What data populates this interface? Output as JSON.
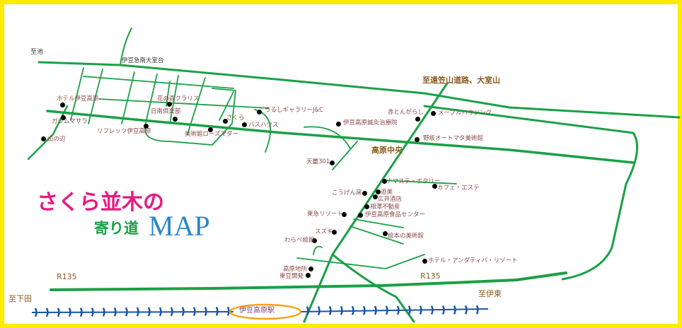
{
  "title": {
    "line1": "さくら並木の",
    "line2": "寄り道",
    "line3": "MAP"
  },
  "colors": {
    "border": "#ffec00",
    "road": "#1aa046",
    "rail": "#1a55a8",
    "station_ring": "#f5a21a",
    "title_pink": "#e8197f",
    "title_green": "#1aa046",
    "title_blue": "#2a86c8"
  },
  "directions": {
    "ike": "至池",
    "togasayama": "至遠笠山道路、大室山",
    "shimoda": "至下田",
    "ito": "至伊東",
    "kogen_chuo": "高原中央",
    "r135_left": "R135",
    "r135_right": "R135"
  },
  "area_label": "伊豆急南大室台",
  "station": "伊豆高原駅",
  "places": [
    "ホテル伊豆高原",
    "ガラムマサラ",
    "山の辺",
    "花の森クラリス",
    "日南倶楽部",
    "リフレッツ伊豆高原",
    "美術館ローズマダー",
    "さくら",
    "バスハウス",
    "うるしギャラリーJ&C",
    "伊豆高原鍼灸治療院",
    "赤とんがらし",
    "メープルハウジング",
    "野坂オートマタ美術館",
    "天麗301",
    "ナマステ・ポタリー",
    "カフェ・エステ",
    "こうげん窯",
    "遊美",
    "広井酒店",
    "相澤不動産",
    "東急リゾート",
    "伊豆高原食品センター",
    "スズキ",
    "絵本の美術館",
    "わらべ絵館",
    "ホテル・アンダティバ・リゾート",
    "高原地所",
    "東豆開発"
  ]
}
